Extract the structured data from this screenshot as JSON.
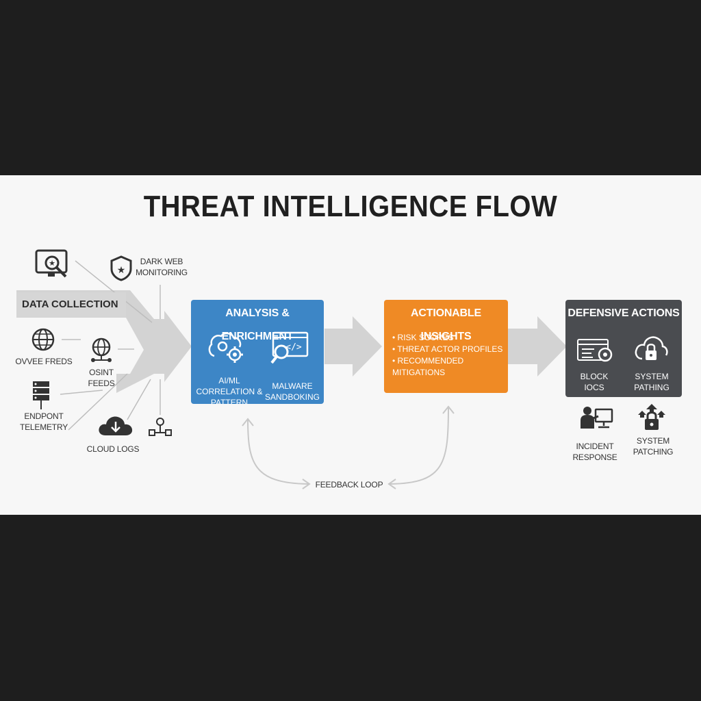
{
  "title": "THREAT INTELLIGENCE FLOW",
  "sources": {
    "data_collection": "DATA COLLECTION",
    "dark_web": [
      "DARK WEB",
      "MONITORING"
    ],
    "ovee_feeds": "OVVEE FREDS",
    "osint": [
      "OSINT",
      "FEEDS"
    ],
    "endpoint": [
      "ENDPONT",
      "TELEMETRY"
    ],
    "cloud_logs": "CLOUD LOGS"
  },
  "analysis": {
    "header": "ANALYSIS & ENRICHMENT",
    "ai_ml": [
      "AI/ML",
      "CORRELATION &",
      "PATTERN DETECTION"
    ],
    "malware": [
      "MALWARE",
      "SANDBOKING"
    ]
  },
  "insights": {
    "header": "ACTIONABLE INSIGHTS",
    "items": [
      "RISK SCORES",
      "THREAT ACTOR PROFILES",
      "RECOMMENDED MITIGATIONS"
    ]
  },
  "defensive": {
    "header": "DEFENSIVE ACTIONS",
    "block": [
      "BLOCK",
      "IOCS"
    ],
    "system_patching_box": [
      "SYSTEM",
      "PATHING"
    ],
    "incident": [
      "INCIDENT",
      "RESPONSE"
    ],
    "system_patching": [
      "SYSTEM",
      "PATCHING"
    ]
  },
  "feedback": "FEEDBACK LOOP",
  "colors": {
    "analysis": "#3d86c6",
    "insights": "#ef8a25",
    "defensive": "#4a4c50",
    "arrow": "#d3d3d3"
  }
}
